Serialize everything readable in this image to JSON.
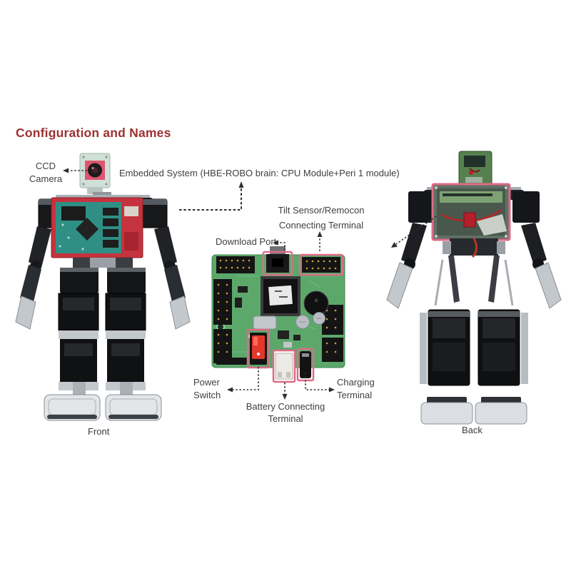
{
  "page": {
    "heading": "Configuration and Names",
    "front_caption": "Front",
    "back_caption": "Back"
  },
  "labels": {
    "ccd_camera_line1": "CCD",
    "ccd_camera_line2": "Camera",
    "embedded_system": "Embedded System (HBE-ROBO brain: CPU Module+Peri 1 module)",
    "tilt_sensor_line1": "Tilt Sensor/Remocon",
    "tilt_sensor_line2": "Connecting Terminal",
    "download_port": "Download Port",
    "power_switch_line1": "Power",
    "power_switch_line2": "Switch",
    "battery_line1": "Battery Connecting",
    "battery_line2": "Terminal",
    "charging_line1": "Charging",
    "charging_line2": "Terminal"
  },
  "colors": {
    "heading_text": "#9c3132",
    "label_text": "#3f3f3f",
    "connector_line": "#2f2f2f",
    "highlight_pink": "#e06a88",
    "pcb_green": "#5ca86b",
    "chest_board_red": "#c5333e",
    "chest_pcb_teal": "#2f8f85",
    "power_switch_red": "#e5362a"
  }
}
